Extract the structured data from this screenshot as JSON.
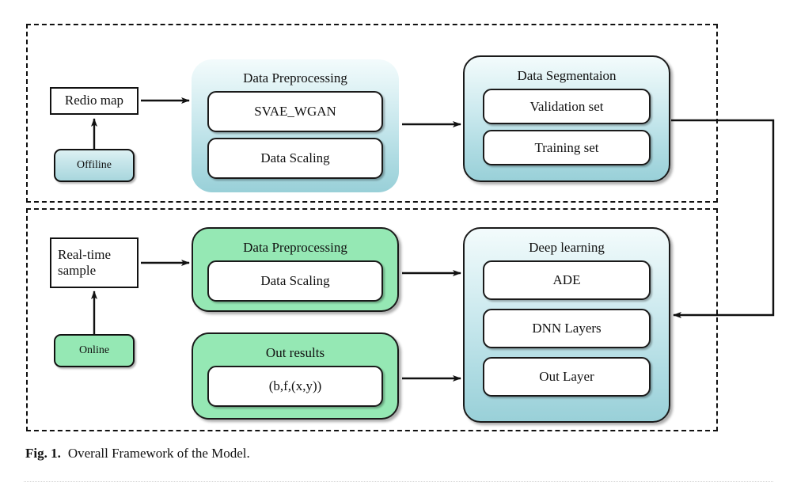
{
  "figure": {
    "label": "Fig. 1.",
    "caption": "Overall Framework of the Model."
  },
  "colors": {
    "teal_light": "#f3fbfc",
    "teal_dark": "#99d0d8",
    "green": "#95e8b4",
    "outline": "#111111",
    "page_background": "#ffffff"
  },
  "phases": {
    "offline": {
      "name": "offline-phase",
      "stage_pill": "Offiline",
      "source_box": "Redio map",
      "panels": [
        {
          "title": "Data Preprocessing",
          "items": [
            "SVAE_WGAN",
            "Data Scaling"
          ],
          "fill": "teal"
        },
        {
          "title": "Data Segmentaion",
          "items": [
            "Validation set",
            "Training set"
          ],
          "fill": "teal"
        }
      ]
    },
    "online": {
      "name": "online-phase",
      "stage_pill": "Online",
      "source_box": "Real-time sample",
      "source_box_lines": [
        "Real-time",
        "sample"
      ],
      "panels": [
        {
          "title": "Data Preprocessing",
          "items": [
            "Data Scaling"
          ],
          "fill": "green"
        },
        {
          "title": "Out results",
          "items": [
            "(b,f,(x,y))"
          ],
          "fill": "green"
        },
        {
          "title": "Deep learning",
          "items": [
            "ADE",
            "DNN Layers",
            "Out Layer"
          ],
          "fill": "teal"
        }
      ]
    }
  },
  "connectors": [
    {
      "name": "offline-pill-to-radio-map",
      "from": "Offiline",
      "to": "Redio map",
      "direction": "up"
    },
    {
      "name": "radio-map-to-preprocessing",
      "from": "Redio map",
      "to": "Data Preprocessing",
      "direction": "right"
    },
    {
      "name": "preprocessing-to-segmentation",
      "from": "Data Preprocessing",
      "to": "Data Segmentaion",
      "direction": "right"
    },
    {
      "name": "segmentation-to-deep-learning",
      "from": "Data Segmentaion",
      "to": "Deep learning",
      "direction": "feedback-loop"
    },
    {
      "name": "online-pill-to-realtime-sample",
      "from": "Online",
      "to": "Real-time sample",
      "direction": "up"
    },
    {
      "name": "realtime-sample-to-preprocessing",
      "from": "Real-time sample",
      "to": "Data Preprocessing",
      "direction": "right"
    },
    {
      "name": "preprocessing-to-deep-learning",
      "from": "Data Preprocessing",
      "to": "Deep learning",
      "direction": "right"
    },
    {
      "name": "out-results-to-deep-learning",
      "from": "Out results",
      "to": "Deep learning",
      "direction": "right"
    }
  ]
}
